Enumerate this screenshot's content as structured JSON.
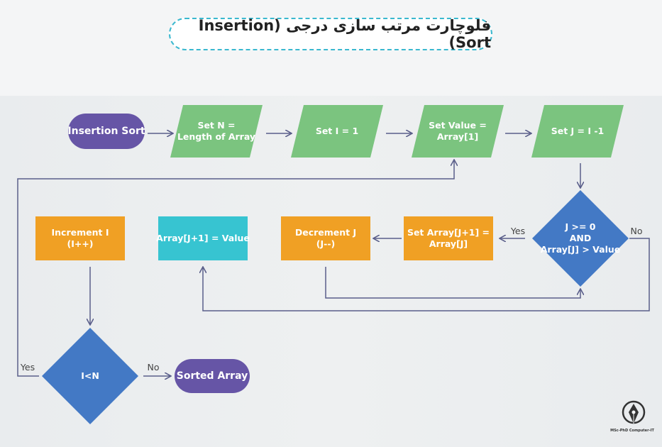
{
  "title": "فلوچارت مرتب سازی درجی (Insertion Sort)",
  "colors": {
    "terminal": "#6655a6",
    "io": "#7bc47f",
    "process": "#f0a024",
    "process_cyan": "#37c4d1",
    "decision": "#4379c5",
    "arrow": "#5a5e8a",
    "pill_border": "#3ab8cf"
  },
  "nodes": [
    {
      "id": "start",
      "shape": "terminal",
      "icon": "rounded-pill",
      "lines": [
        "Insertion Sort"
      ]
    },
    {
      "id": "set-n",
      "shape": "io",
      "icon": "parallelogram",
      "lines": [
        "Set N =",
        "Length of Array"
      ]
    },
    {
      "id": "set-i",
      "shape": "io",
      "icon": "parallelogram",
      "lines": [
        "Set I = 1"
      ]
    },
    {
      "id": "set-value",
      "shape": "io",
      "icon": "parallelogram",
      "lines": [
        "Set Value =",
        "Array[1]"
      ]
    },
    {
      "id": "set-j",
      "shape": "io",
      "icon": "parallelogram",
      "lines": [
        "Set J = I -1"
      ]
    },
    {
      "id": "cond-j",
      "shape": "decision",
      "icon": "diamond",
      "lines": [
        "J >= 0",
        "AND",
        "Array[J] > Value"
      ]
    },
    {
      "id": "set-array-j1",
      "shape": "process",
      "icon": "rectangle",
      "lines": [
        "Set Array[J+1] =",
        "Array[J]"
      ]
    },
    {
      "id": "decrement-j",
      "shape": "process",
      "icon": "rectangle",
      "lines": [
        "Decrement J",
        "(J--)"
      ]
    },
    {
      "id": "assign-value",
      "shape": "process_cyan",
      "icon": "rectangle",
      "lines": [
        "Array[J+1] = Value"
      ]
    },
    {
      "id": "increment-i",
      "shape": "process",
      "icon": "rectangle",
      "lines": [
        "Increment I",
        "(I++)"
      ]
    },
    {
      "id": "cond-i",
      "shape": "decision",
      "icon": "diamond",
      "lines": [
        "I<N"
      ]
    },
    {
      "id": "end",
      "shape": "terminal",
      "icon": "rounded-pill",
      "lines": [
        "Sorted Array"
      ]
    }
  ],
  "edges": [
    {
      "from": "start",
      "to": "set-n",
      "label": ""
    },
    {
      "from": "set-n",
      "to": "set-i",
      "label": ""
    },
    {
      "from": "set-i",
      "to": "set-value",
      "label": ""
    },
    {
      "from": "set-value",
      "to": "set-j",
      "label": ""
    },
    {
      "from": "set-j",
      "to": "cond-j",
      "label": ""
    },
    {
      "from": "cond-j",
      "to": "set-array-j1",
      "label": "Yes"
    },
    {
      "from": "set-array-j1",
      "to": "decrement-j",
      "label": ""
    },
    {
      "from": "decrement-j",
      "to": "cond-j",
      "label": ""
    },
    {
      "from": "cond-j",
      "to": "assign-value",
      "label": "No"
    },
    {
      "from": "increment-i",
      "to": "cond-i",
      "label": ""
    },
    {
      "from": "cond-i",
      "to": "end",
      "label": "No"
    },
    {
      "from": "cond-i",
      "to": "set-value",
      "label": "Yes"
    }
  ],
  "logo": {
    "icon": "pen-nib-logo",
    "caption": "MSc-PhD Computer-IT"
  }
}
